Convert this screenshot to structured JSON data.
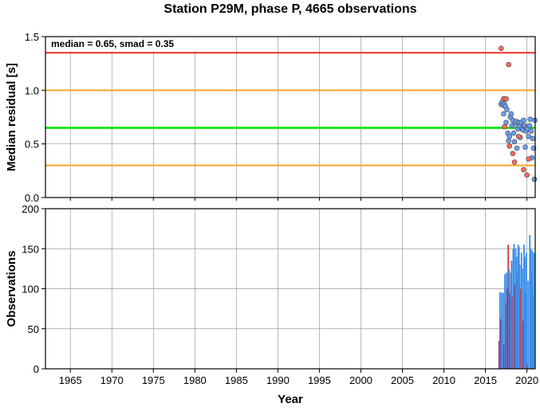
{
  "title": "Station P29M, phase P, 4665 observations",
  "annotation": "median = 0.65, smad = 0.35",
  "colors": {
    "red_line": "#e8302a",
    "orange_line": "#f5a623",
    "green_line": "#22e822",
    "blue_point": "#6a9ff0",
    "red_point": "#f46a5a",
    "bar_blue": "#3a8ee8",
    "bar_red": "#e8302a",
    "bar_purple": "#7a3a8a",
    "grid": "#9a9a9a"
  },
  "chart_data": [
    {
      "type": "scatter",
      "ylabel": "Median residual [s]",
      "xlim": [
        1962,
        2021
      ],
      "ylim": [
        0.0,
        1.5
      ],
      "yticks": [
        "0.0",
        "0.5",
        "1.0",
        "1.5"
      ],
      "xticks": [
        "1965",
        "1970",
        "1975",
        "1980",
        "1985",
        "1990",
        "1995",
        "2000",
        "2005",
        "2010",
        "2015",
        "2020"
      ],
      "grid": true,
      "hlines": [
        {
          "y": 1.35,
          "color": "red"
        },
        {
          "y": 1.0,
          "color": "orange"
        },
        {
          "y": 0.65,
          "color": "green"
        },
        {
          "y": 0.3,
          "color": "orange"
        }
      ],
      "series": [
        {
          "color": "blue",
          "points": [
            [
              2016.9,
              0.87
            ],
            [
              2017.0,
              0.89
            ],
            [
              2017.1,
              0.86
            ],
            [
              2017.2,
              0.78
            ],
            [
              2017.3,
              0.87
            ],
            [
              2017.4,
              0.85
            ],
            [
              2017.5,
              0.7
            ],
            [
              2017.6,
              0.82
            ],
            [
              2017.7,
              0.6
            ],
            [
              2017.8,
              0.53
            ],
            [
              2017.9,
              0.57
            ],
            [
              2018.0,
              0.75
            ],
            [
              2018.1,
              0.78
            ],
            [
              2018.2,
              0.67
            ],
            [
              2018.3,
              0.72
            ],
            [
              2018.4,
              0.6
            ],
            [
              2018.5,
              0.52
            ],
            [
              2018.6,
              0.69
            ],
            [
              2018.7,
              0.71
            ],
            [
              2018.8,
              0.46
            ],
            [
              2018.9,
              0.64
            ],
            [
              2019.0,
              0.7
            ],
            [
              2019.1,
              0.67
            ],
            [
              2019.2,
              0.56
            ],
            [
              2019.3,
              0.7
            ],
            [
              2019.4,
              0.64
            ],
            [
              2019.5,
              0.63
            ],
            [
              2019.6,
              0.72
            ],
            [
              2019.7,
              0.67
            ],
            [
              2019.8,
              0.47
            ],
            [
              2019.9,
              0.62
            ],
            [
              2020.0,
              0.65
            ],
            [
              2020.1,
              0.64
            ],
            [
              2020.2,
              0.57
            ],
            [
              2020.3,
              0.67
            ],
            [
              2020.4,
              0.73
            ],
            [
              2020.5,
              0.62
            ],
            [
              2020.6,
              0.37
            ],
            [
              2020.7,
              0.55
            ],
            [
              2020.8,
              0.46
            ],
            [
              2020.9,
              0.17
            ],
            [
              2020.95,
              0.72
            ]
          ]
        },
        {
          "color": "red",
          "points": [
            [
              2016.9,
              1.39
            ],
            [
              2017.2,
              0.92
            ],
            [
              2017.3,
              0.66
            ],
            [
              2017.5,
              0.92
            ],
            [
              2017.8,
              1.24
            ],
            [
              2017.9,
              0.48
            ],
            [
              2018.3,
              0.41
            ],
            [
              2018.5,
              0.33
            ],
            [
              2019.0,
              0.57
            ],
            [
              2019.6,
              0.26
            ],
            [
              2020.0,
              0.21
            ],
            [
              2020.2,
              0.36
            ]
          ]
        }
      ]
    },
    {
      "type": "bar",
      "xlabel": "Year",
      "ylabel": "Observations",
      "xlim": [
        1962,
        2021
      ],
      "ylim": [
        0,
        200
      ],
      "yticks": [
        "0",
        "50",
        "100",
        "150",
        "200"
      ],
      "xticks": [
        "1965",
        "1970",
        "1975",
        "1980",
        "1985",
        "1990",
        "1995",
        "2000",
        "2005",
        "2010",
        "2015",
        "2020"
      ],
      "grid": true,
      "bars": [
        {
          "x": 2016.65,
          "y": 35,
          "color": "purple"
        },
        {
          "x": 2016.75,
          "y": 96,
          "color": "blue"
        },
        {
          "x": 2016.85,
          "y": 62,
          "color": "purple"
        },
        {
          "x": 2016.95,
          "y": 95,
          "color": "blue"
        },
        {
          "x": 2017.05,
          "y": 60,
          "color": "blue"
        },
        {
          "x": 2017.15,
          "y": 95,
          "color": "blue"
        },
        {
          "x": 2017.25,
          "y": 30,
          "color": "purple"
        },
        {
          "x": 2017.35,
          "y": 118,
          "color": "blue"
        },
        {
          "x": 2017.45,
          "y": 82,
          "color": "red"
        },
        {
          "x": 2017.55,
          "y": 120,
          "color": "blue"
        },
        {
          "x": 2017.65,
          "y": 100,
          "color": "purple"
        },
        {
          "x": 2017.75,
          "y": 155,
          "color": "red"
        },
        {
          "x": 2017.85,
          "y": 125,
          "color": "blue"
        },
        {
          "x": 2017.95,
          "y": 95,
          "color": "purple"
        },
        {
          "x": 2018.05,
          "y": 120,
          "color": "blue"
        },
        {
          "x": 2018.15,
          "y": 135,
          "color": "blue"
        },
        {
          "x": 2018.25,
          "y": 90,
          "color": "red"
        },
        {
          "x": 2018.35,
          "y": 150,
          "color": "blue"
        },
        {
          "x": 2018.45,
          "y": 156,
          "color": "blue"
        },
        {
          "x": 2018.55,
          "y": 105,
          "color": "purple"
        },
        {
          "x": 2018.65,
          "y": 150,
          "color": "blue"
        },
        {
          "x": 2018.75,
          "y": 140,
          "color": "blue"
        },
        {
          "x": 2018.85,
          "y": 120,
          "color": "blue"
        },
        {
          "x": 2018.95,
          "y": 155,
          "color": "blue"
        },
        {
          "x": 2019.05,
          "y": 152,
          "color": "blue"
        },
        {
          "x": 2019.15,
          "y": 130,
          "color": "blue"
        },
        {
          "x": 2019.25,
          "y": 100,
          "color": "red"
        },
        {
          "x": 2019.35,
          "y": 145,
          "color": "blue"
        },
        {
          "x": 2019.45,
          "y": 125,
          "color": "blue"
        },
        {
          "x": 2019.55,
          "y": 60,
          "color": "purple"
        },
        {
          "x": 2019.65,
          "y": 155,
          "color": "blue"
        },
        {
          "x": 2019.75,
          "y": 140,
          "color": "blue"
        },
        {
          "x": 2019.85,
          "y": 95,
          "color": "blue"
        },
        {
          "x": 2019.95,
          "y": 145,
          "color": "blue"
        },
        {
          "x": 2020.05,
          "y": 6,
          "color": "red"
        },
        {
          "x": 2020.15,
          "y": 110,
          "color": "blue"
        },
        {
          "x": 2020.35,
          "y": 167,
          "color": "blue"
        },
        {
          "x": 2020.45,
          "y": 150,
          "color": "blue"
        },
        {
          "x": 2020.55,
          "y": 120,
          "color": "blue"
        },
        {
          "x": 2020.65,
          "y": 148,
          "color": "blue"
        },
        {
          "x": 2020.75,
          "y": 90,
          "color": "blue"
        },
        {
          "x": 2020.85,
          "y": 145,
          "color": "blue"
        }
      ]
    }
  ]
}
